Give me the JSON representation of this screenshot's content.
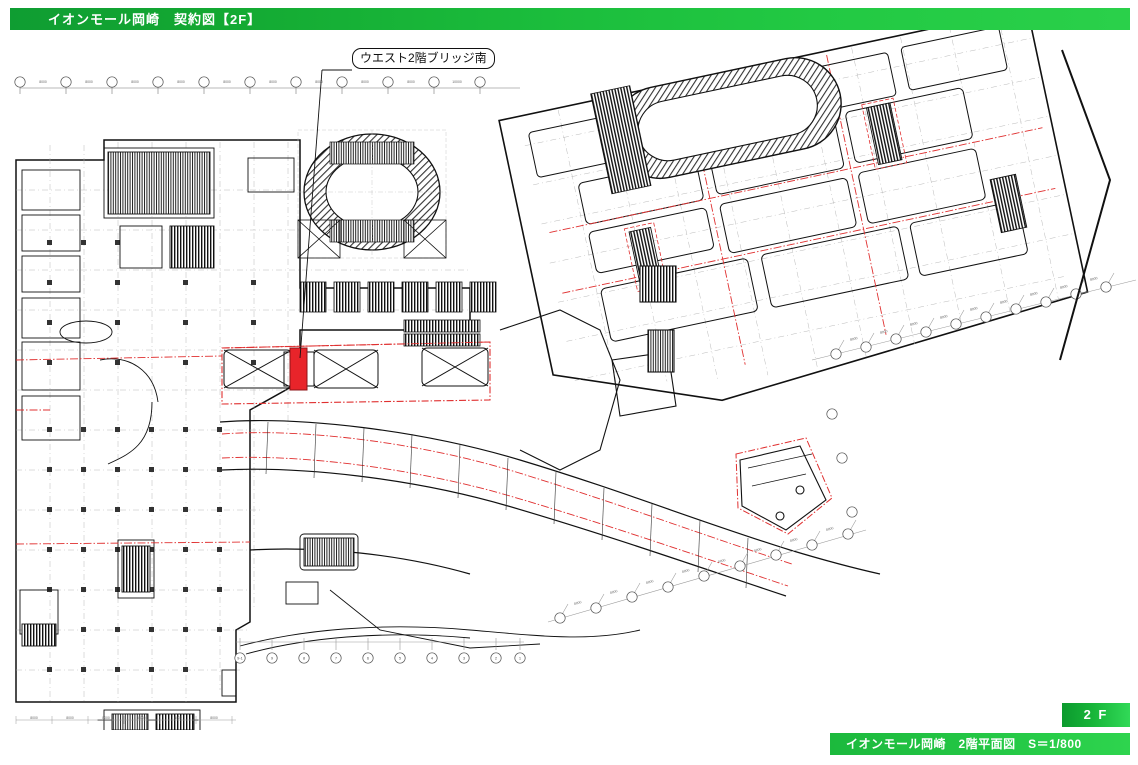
{
  "document": {
    "header_title": "イオンモール岡崎　契約図【2F】",
    "footer_title": "イオンモール岡崎　2階平面図　S＝1/800",
    "floor_badge": "2 F",
    "scale": "S＝1/800",
    "drawing_type": "contract-floor-plan"
  },
  "callout": {
    "label": "ウエスト2階ブリッジ南"
  },
  "highlight": {
    "name": "contracted-unit",
    "fill_color": "#e8242a",
    "stroke_color": "#8c1418"
  },
  "colors": {
    "header_green_dark": "#0f9d32",
    "header_green_light": "#2ad04a",
    "lease_line_red": "#e03030",
    "plan_line_black": "#111111",
    "plan_grid_gray": "#9a9a9a"
  },
  "grid": {
    "bottom_bubbles": [
      "9-1",
      "9",
      "8",
      "7",
      "6",
      "5",
      "4",
      "3",
      "2",
      "1"
    ],
    "top_dimensions": [
      "8000",
      "8000",
      "8000",
      "8000",
      "8000",
      "8000",
      "8000",
      "8000",
      "8000",
      "8000",
      "8000"
    ],
    "bottom_dimensions": [
      "8000",
      "8000",
      "8000",
      "8000",
      "8000",
      "8000",
      "8000",
      "8000",
      "8000"
    ],
    "right_axis_bubbles": [
      "Y1",
      "Y2",
      "Y3",
      "Y4",
      "Y5",
      "Y6",
      "Y7",
      "Y8",
      "Y9",
      "Y10",
      "Y11",
      "Y12"
    ],
    "right_axis_dimensions": [
      "8000",
      "8000",
      "8000",
      "8000",
      "8000",
      "8000",
      "8000",
      "8000",
      "8000",
      "8000"
    ],
    "lower_right_bubbles": [
      "X3",
      "X4",
      "X5",
      "X6",
      "X7",
      "X8",
      "X9",
      "X10",
      "X11",
      "X12"
    ],
    "lower_right_dimensions": [
      "8000",
      "8000",
      "8000",
      "8000",
      "8000",
      "8000",
      "8000",
      "8000"
    ]
  }
}
